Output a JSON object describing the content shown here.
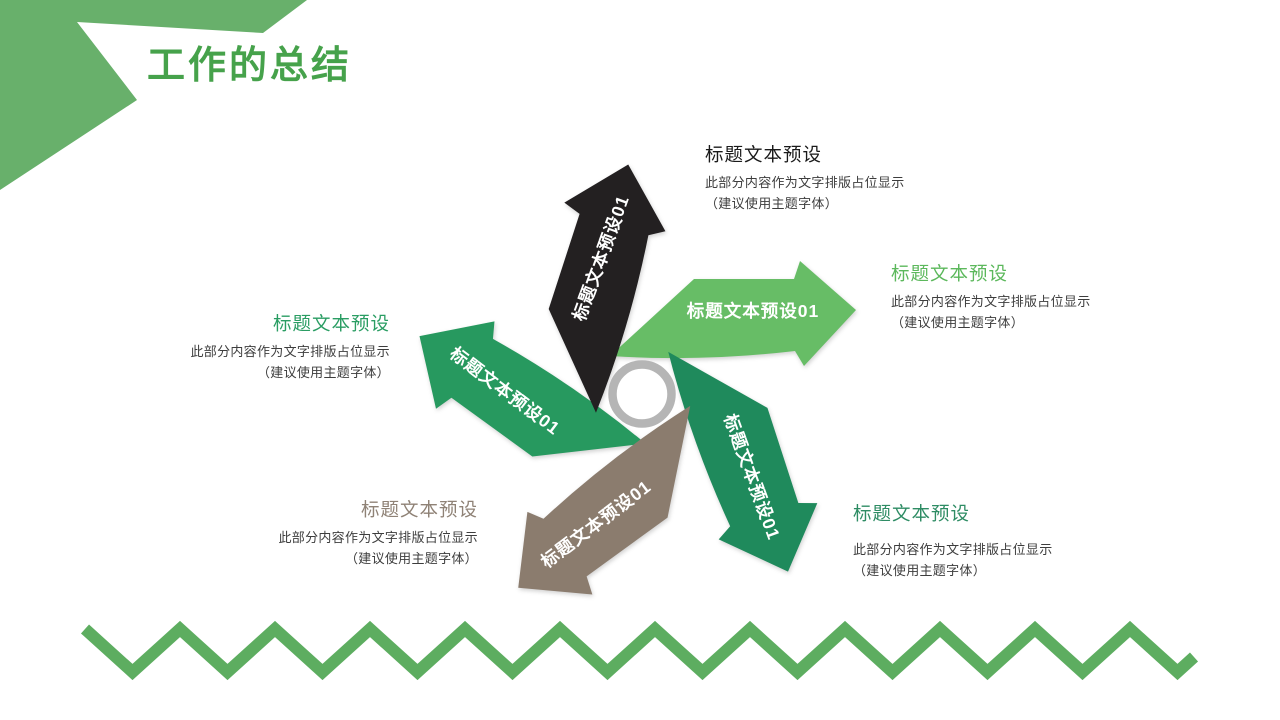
{
  "slide": {
    "title": "工作的总结",
    "background": "#ffffff",
    "accent_green": "#46a24b",
    "deco_green": "#68b06b",
    "zigzag_green": "#5dad60"
  },
  "diagram": {
    "hub_ring_color": "#b5b5b5",
    "arrows": [
      {
        "direction": "right",
        "label": "标题文本预设01",
        "color": "#67bd66"
      },
      {
        "direction": "down-right",
        "label": "标题文本预设01",
        "color": "#1f8a5c"
      },
      {
        "direction": "up-left",
        "label": "标题文本预设01",
        "color": "#27995f"
      },
      {
        "direction": "up",
        "label": "标题文本预设01",
        "color": "#232021"
      },
      {
        "direction": "down-left",
        "label": "标题文本预设01",
        "color": "#8b7c6e"
      }
    ],
    "blocks": [
      {
        "position": "top",
        "title": "标题文本预设",
        "title_color": "#1a1a1a",
        "body_line1": "此部分内容作为文字排版占位显示",
        "body_line2": "（建议使用主题字体）"
      },
      {
        "position": "right",
        "title": "标题文本预设",
        "title_color": "#5cb85c",
        "body_line1": "此部分内容作为文字排版占位显示",
        "body_line2": "（建议使用主题字体）"
      },
      {
        "position": "left",
        "title": "标题文本预设",
        "title_color": "#2a9d63",
        "body_line1": "此部分内容作为文字排版占位显示",
        "body_line2": "（建议使用主题字体）"
      },
      {
        "position": "bottom-left",
        "title": "标题文本预设",
        "title_color": "#8f8276",
        "body_line1": "此部分内容作为文字排版占位显示",
        "body_line2": "（建议使用主题字体）"
      },
      {
        "position": "bottom-right",
        "title": "标题文本预设",
        "title_color": "#2e8c64",
        "body_line1": "此部分内容作为文字排版占位显示",
        "body_line2": "（建议使用主题字体）"
      }
    ]
  }
}
